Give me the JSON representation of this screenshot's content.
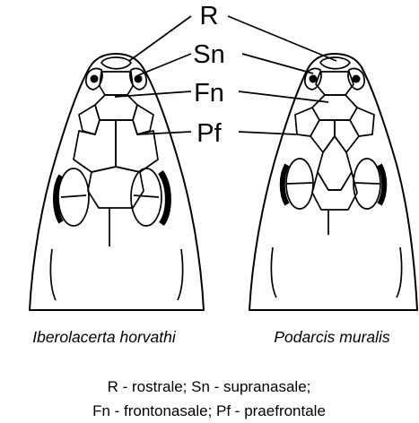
{
  "labels": {
    "r": "R",
    "sn": "Sn",
    "fn": "Fn",
    "pf": "Pf"
  },
  "species": {
    "left": "Iberolacerta horvathi",
    "right": "Podarcis muralis"
  },
  "legend": {
    "line1": "R - rostrale; Sn - supranasale;",
    "line2": "Fn - frontonasale; Pf - praefrontale"
  }
}
